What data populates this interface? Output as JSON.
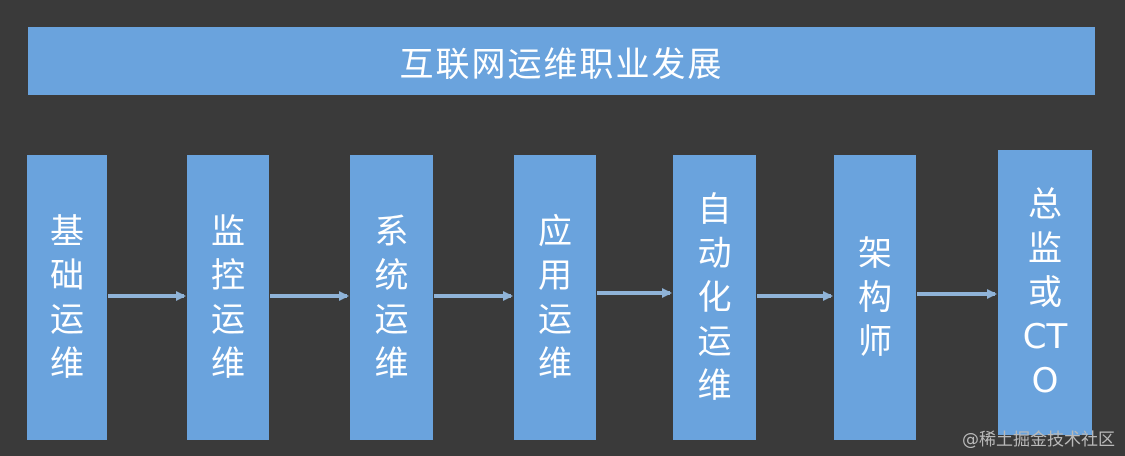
{
  "diagram": {
    "title": "互联网运维职业发展",
    "steps": [
      {
        "label": "基础运维"
      },
      {
        "label": "监控运维"
      },
      {
        "label": "系统运维"
      },
      {
        "label": "应用运维"
      },
      {
        "label": "自动化运维"
      },
      {
        "label": "架构师"
      },
      {
        "label": "总监或CTO",
        "chars": [
          "总",
          "监",
          "或",
          "CT",
          "O"
        ]
      }
    ],
    "colors": {
      "background": "#3a3a3a",
      "box": "#6aa3dd",
      "arrow": "#8fb3d8",
      "text": "#ffffff"
    }
  },
  "watermark": "@稀土掘金技术社区"
}
